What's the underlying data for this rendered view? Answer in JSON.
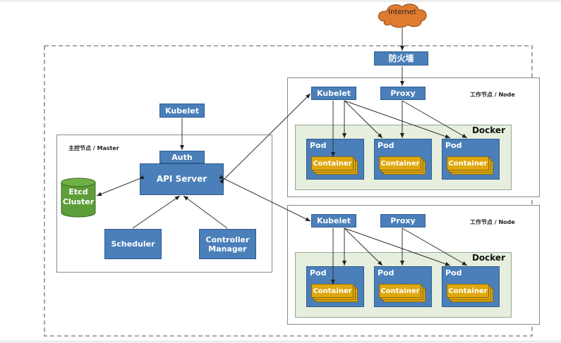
{
  "internet": {
    "label": "Internet"
  },
  "firewall": {
    "label": "防火墙"
  },
  "master": {
    "region_label": "主控节点 / Master",
    "kubelet": "Kubelet",
    "auth": "Auth",
    "api_server": "API Server",
    "etcd": [
      "Etcd",
      "Cluster"
    ],
    "scheduler": "Scheduler",
    "controller_manager": [
      "Controller",
      "Manager"
    ]
  },
  "nodes": [
    {
      "region_label": "工作节点 / Node",
      "kubelet": "Kubelet",
      "proxy": "Proxy",
      "docker": "Docker",
      "pods": [
        {
          "label": "Pod",
          "container": "Container"
        },
        {
          "label": "Pod",
          "container": "Container"
        },
        {
          "label": "Pod",
          "container": "Container"
        }
      ]
    },
    {
      "region_label": "工作节点 / Node",
      "kubelet": "Kubelet",
      "proxy": "Proxy",
      "docker": "Docker",
      "pods": [
        {
          "label": "Pod",
          "container": "Container"
        },
        {
          "label": "Pod",
          "container": "Container"
        },
        {
          "label": "Pod",
          "container": "Container"
        }
      ]
    }
  ],
  "colors": {
    "box_blue": "#4a7fb9",
    "container_yellow": "#e0a80f",
    "etcd_green": "#5e9e3a",
    "docker_bg": "#e6efdd",
    "cloud_orange": "#e07a2e"
  }
}
